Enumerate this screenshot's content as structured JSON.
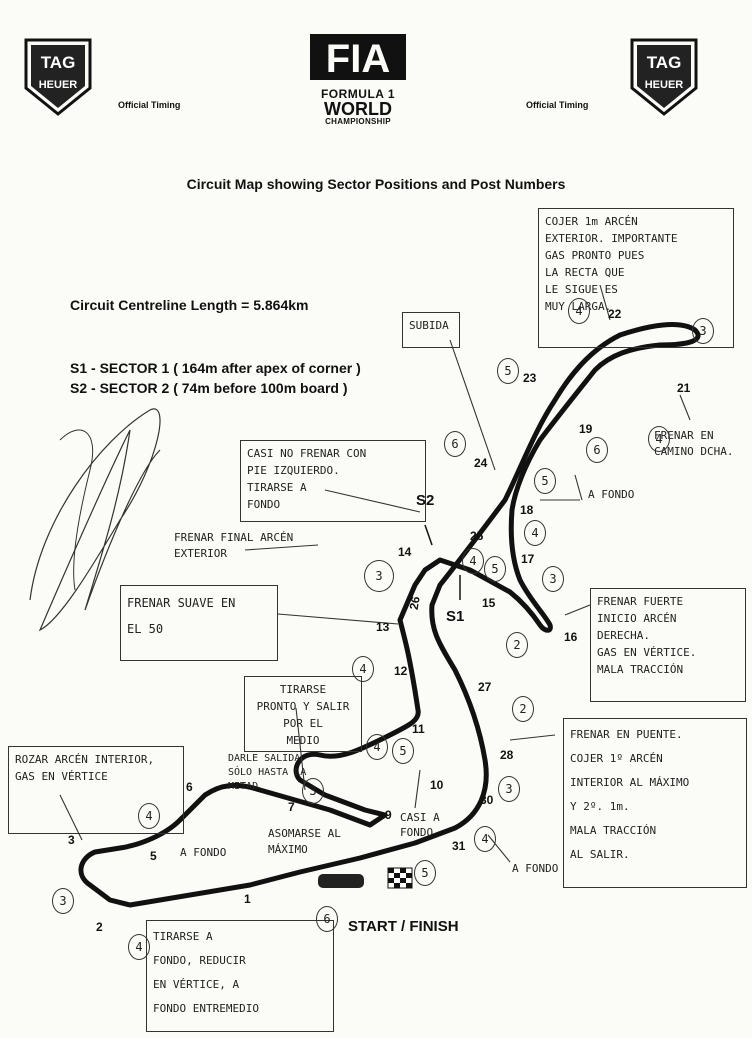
{
  "header": {
    "logo_text_top": "TAG",
    "logo_text_bottom": "HEUER",
    "official_left": "Official Timing",
    "official_right": "Official Timing",
    "fia_mark": "FIA",
    "f1": "FORMULA 1",
    "world": "WORLD",
    "championship": "CHAMPIONSHIP"
  },
  "title": "Circuit Map showing Sector Positions and Post Numbers",
  "length": "Circuit Centreline Length = 5.864km",
  "sector1": "S1 - SECTOR 1 ( 164m after apex of corner )",
  "sector2": "S2 - SECTOR 2 ( 74m before 100m board )",
  "sector_labels": {
    "s1": "S1",
    "s2": "S2"
  },
  "start_finish": "START / FINISH",
  "posts": [
    "1",
    "2",
    "3",
    "5",
    "6",
    "7",
    "9",
    "10",
    "11",
    "12",
    "13",
    "14",
    "15",
    "16",
    "17",
    "18",
    "19",
    "21",
    "22",
    "23",
    "24",
    "25",
    "26",
    "27",
    "28",
    "30",
    "31"
  ],
  "notes": {
    "top_right": [
      "COJER 1m ARCÉN",
      "EXTERIOR. IMPORTANTE",
      "GAS PRONTO PUES",
      "LA RECTA QUE",
      "LE SIGUE ES",
      "MUY LARGA."
    ],
    "subida": [
      "SUBIDA"
    ],
    "casi_no_frenar": [
      "CASI NO FRENAR CON",
      "PIE IZQUIERDO.",
      "TIRARSE A",
      "FONDO"
    ],
    "frenar_suave": [
      "FRENAR SUAVE EN",
      "EL 50"
    ],
    "tirarse_pronto": [
      "TIRARSE",
      "PRONTO Y SALIR",
      "POR EL",
      "MEDIO"
    ],
    "rozar": [
      "ROZAR ARCÉN INTERIOR,",
      "GAS EN VÉRTICE"
    ],
    "tirarse_fondo": [
      "TIRARSE A",
      "FONDO, REDUCIR",
      "EN VÉRTICE, A",
      "FONDO ENTREMEDIO"
    ],
    "frenar_puente_16": [
      "FRENAR FUERTE",
      "INICIO ARCÉN",
      "DERECHA.",
      "GAS EN VÉRTICE.",
      "MALA TRACCIÓN"
    ],
    "frenar_puente_28": [
      "FRENAR EN PUENTE.",
      "COJER 1º ARCÉN",
      "INTERIOR AL MÁXIMO",
      "Y 2º. 1m.",
      "MALA TRACCIÓN",
      "AL SALIR."
    ]
  },
  "hand_labels": {
    "frenar_final": "FRENAR FINAL ARCÉN EXTERIOR",
    "frenar_camino": "FRENAR EN CAMINO DCHA.",
    "a_fondo_18": "A FONDO",
    "dar_salida": "DARLE SALIDA SÓLO HASTA LA MITAD",
    "a_fondo_5": "A FONDO",
    "asomarse": "ASOMARSE AL MÁXIMO",
    "casi_a_fondo": "CASI A FONDO",
    "a_fondo_31": "A FONDO"
  },
  "gears": {
    "g22": "4",
    "g22b": "3",
    "g23": "5",
    "g19": "6",
    "g21": "4",
    "g24": "6",
    "g18a": "5",
    "g18b": "4",
    "g14": "3",
    "g25a": "4",
    "g25b": "5",
    "g17": "3",
    "g16": "2",
    "g12": "4",
    "g27": "2",
    "g11a": "4",
    "g11b": "5",
    "g7": "3",
    "g30": "3",
    "g31": "4",
    "g5": "4",
    "g3": "3",
    "g2": "4",
    "gsf1": "6",
    "gsf2": "5"
  }
}
